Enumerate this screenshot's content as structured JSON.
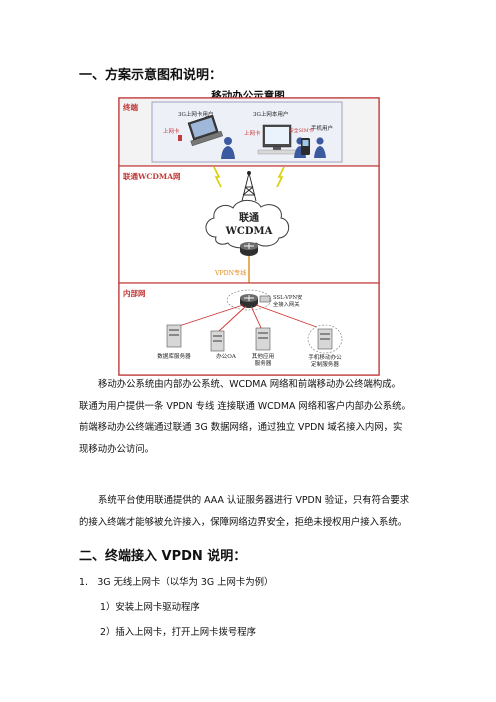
{
  "section1": {
    "heading": "一、方案示意图和说明："
  },
  "figure": {
    "title": "移动办公示意图",
    "zone_terminal": "终端",
    "zone_wcdma": "联通WCDMA网",
    "zone_internal": "内部网",
    "user_netcard": "3G上网卡用户",
    "user_netbook": "3G上网本用户",
    "user_phone": "手机用户",
    "label_card1": "上网卡",
    "label_card2": "上网卡",
    "label_sim": "安全SIM卡",
    "cloud_line1": "联通",
    "cloud_line2": "WCDMA",
    "vpdn": "VPDN专线",
    "gateway_line1": "SSL-VPN安",
    "gateway_line2": "全接入网关",
    "server_db": "数据库服务器",
    "server_oa": "办公OA",
    "server_other_line1": "其他应用",
    "server_other_line2": "服务器",
    "server_mobile_line1": "手机移动办公",
    "server_mobile_line2": "定制服务器",
    "colors": {
      "zone_border": "#c23b3b",
      "zone_label": "#c23b3b",
      "bolt": "#d8d000",
      "vpdn": "#e08a1a",
      "cloud_text": "#222222"
    }
  },
  "para1": {
    "l1": "移动办公系统由内部办公系统、WCDMA 网络和前端移动办公终端构成。",
    "l2": "联通为用户提供一条 VPDN 专线 连接联通 WCDMA 网络和客户内部办公系统。",
    "l3": "前端移动办公终端通过联通 3G 数据网络，通过独立 VPDN 域名接入内网，实",
    "l4": "现移动办公访问。"
  },
  "para2": {
    "l1": "系统平台使用联通提供的 AAA 认证服务器进行 VPDN 验证，只有符合要求",
    "l2": "的接入终端才能够被允许接入，保障网络边界安全，拒绝未授权用户接入系统。"
  },
  "section2": {
    "heading": "二、终端接入 VPDN 说明："
  },
  "list": {
    "item1": "1.　3G 无线上网卡（以华为 3G 上网卡为例）",
    "sub1": "1）安装上网卡驱动程序",
    "sub2": "2）插入上网卡，打开上网卡拨号程序"
  }
}
